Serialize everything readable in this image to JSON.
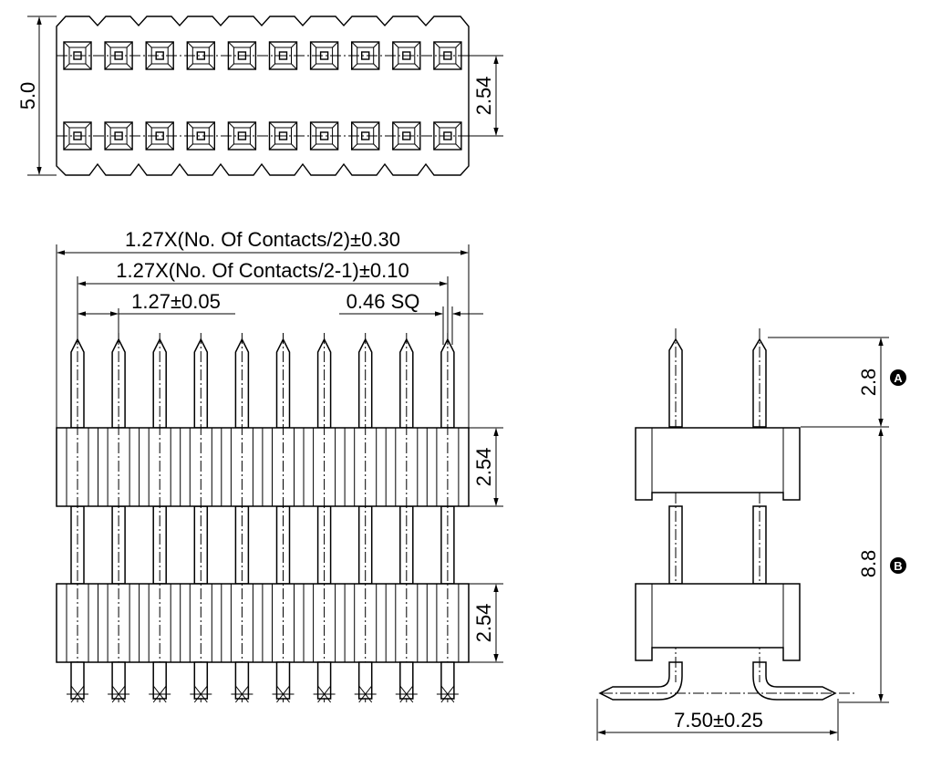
{
  "top_view": {
    "dim_height": "5.0",
    "dim_row_pitch": "2.54"
  },
  "front_view": {
    "dim_overall": "1.27X(No. Of Contacts/2)±0.30",
    "dim_pin_span": "1.27X(No. Of Contacts/2-1)±0.10",
    "dim_pitch": "1.27±0.05",
    "dim_pin_size": "0.46 SQ",
    "dim_upper_body": "2.54",
    "dim_lower_body": "2.54"
  },
  "side_view": {
    "dim_tail_height": "2.8",
    "dim_tail_marker": "A",
    "dim_mating_height": "8.8",
    "dim_mating_marker": "B",
    "dim_row_spacing": "7.50±0.25"
  },
  "colors": {
    "line": "#000000",
    "background": "#ffffff",
    "marker_fill": "#000000",
    "marker_text": "#ffffff"
  }
}
